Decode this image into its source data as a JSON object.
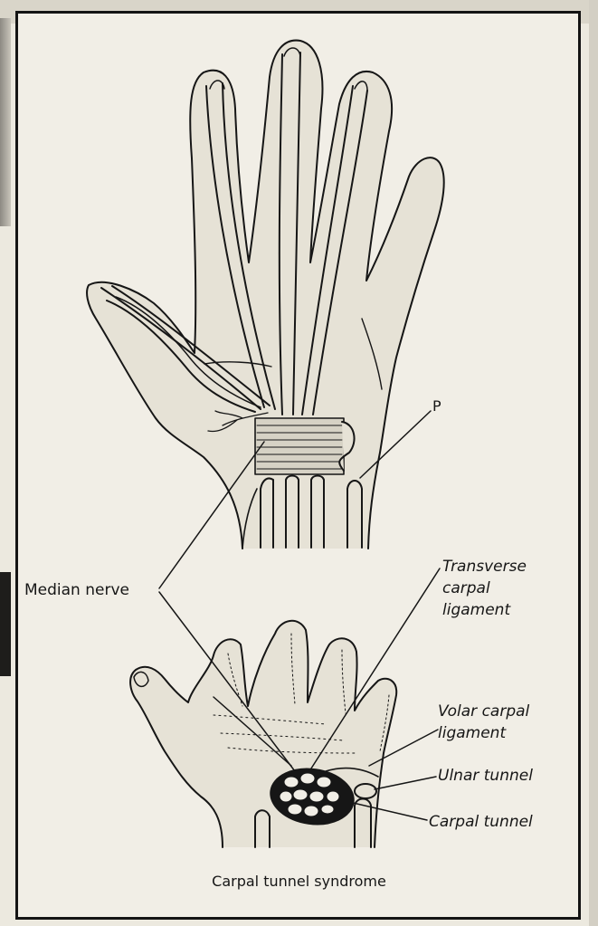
{
  "figure": {
    "caption": "Carpal tunnel syndrome",
    "labels": {
      "p": "P",
      "median_nerve": "Median nerve",
      "transverse_carpal_ligament": "Transverse carpal ligament",
      "transverse_lines": [
        "Transverse",
        "carpal",
        "ligament"
      ],
      "volar_carpal_ligament": "Volar carpal ligament",
      "volar_lines": [
        "Volar carpal",
        "ligament"
      ],
      "ulnar_tunnel": "Ulnar tunnel",
      "carpal_tunnel": "Carpal tunnel"
    }
  },
  "colors": {
    "ink": "#161616",
    "paper": "#f1eee6",
    "skin": "#e6e2d6"
  }
}
